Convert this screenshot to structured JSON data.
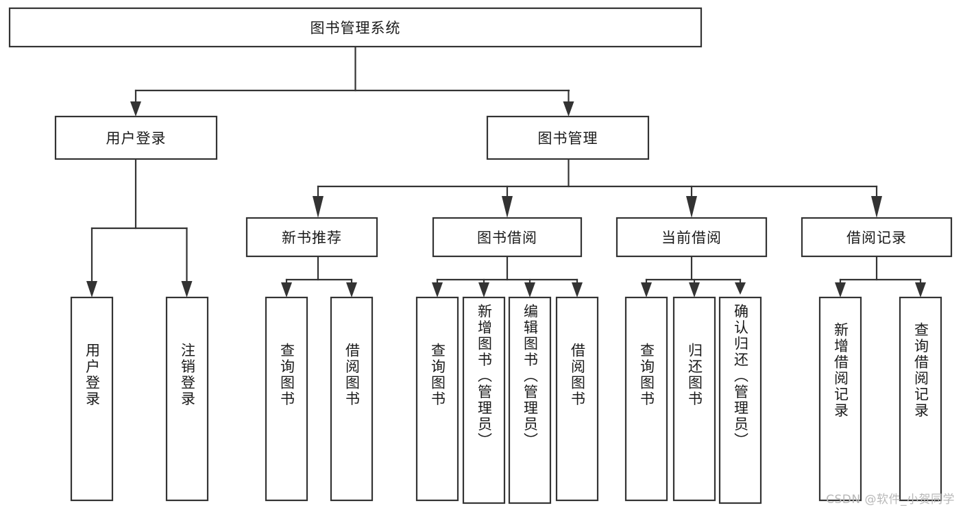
{
  "diagram": {
    "type": "tree-hierarchy",
    "title": "图书管理系统",
    "orientation": "top-down",
    "watermark": "CSDN @软件_小贺同学",
    "colors": {
      "box_stroke": "#333333",
      "box_fill": "#ffffff",
      "text": "#1a1a1a",
      "background": "#ffffff",
      "watermark": "#b8b8b8"
    },
    "nodes": {
      "root": {
        "label": "图书管理系统",
        "level": 0,
        "orientation": "horizontal"
      },
      "level1": [
        {
          "id": "user-login",
          "label": "用户登录",
          "orientation": "horizontal"
        },
        {
          "id": "book-manage",
          "label": "图书管理",
          "orientation": "horizontal"
        }
      ],
      "level2": [
        {
          "id": "new-book-recommend",
          "label": "新书推荐",
          "orientation": "horizontal",
          "parent": "book-manage"
        },
        {
          "id": "book-borrow",
          "label": "图书借阅",
          "orientation": "horizontal",
          "parent": "book-manage"
        },
        {
          "id": "current-borrow",
          "label": "当前借阅",
          "orientation": "horizontal",
          "parent": "book-manage"
        },
        {
          "id": "borrow-record",
          "label": "借阅记录",
          "orientation": "horizontal",
          "parent": "book-manage"
        }
      ],
      "leaves": [
        {
          "id": "leaf-user-login",
          "label": "用户登录",
          "parent": "user-login",
          "orientation": "vertical"
        },
        {
          "id": "leaf-user-logout",
          "label": "注销登录",
          "parent": "user-login",
          "orientation": "vertical"
        },
        {
          "id": "leaf-query-book-1",
          "label": "查询图书",
          "parent": "new-book-recommend",
          "orientation": "vertical"
        },
        {
          "id": "leaf-borrow-book-1",
          "label": "借阅图书",
          "parent": "new-book-recommend",
          "orientation": "vertical"
        },
        {
          "id": "leaf-query-book-2",
          "label": "查询图书",
          "parent": "book-borrow",
          "orientation": "vertical"
        },
        {
          "id": "leaf-add-book",
          "label": "新增图书（管理员）",
          "parent": "book-borrow",
          "orientation": "vertical"
        },
        {
          "id": "leaf-edit-book",
          "label": "编辑图书（管理员）",
          "parent": "book-borrow",
          "orientation": "vertical"
        },
        {
          "id": "leaf-borrow-book-2",
          "label": "借阅图书",
          "parent": "book-borrow",
          "orientation": "vertical"
        },
        {
          "id": "leaf-query-book-3",
          "label": "查询图书",
          "parent": "current-borrow",
          "orientation": "vertical"
        },
        {
          "id": "leaf-return-book",
          "label": "归还图书",
          "parent": "current-borrow",
          "orientation": "vertical"
        },
        {
          "id": "leaf-confirm-return",
          "label": "确认归还（管理员）",
          "parent": "current-borrow",
          "orientation": "vertical"
        },
        {
          "id": "leaf-add-record",
          "label": "新增借阅记录",
          "parent": "borrow-record",
          "orientation": "vertical"
        },
        {
          "id": "leaf-query-record",
          "label": "查询借阅记录",
          "parent": "borrow-record",
          "orientation": "vertical"
        }
      ]
    }
  }
}
